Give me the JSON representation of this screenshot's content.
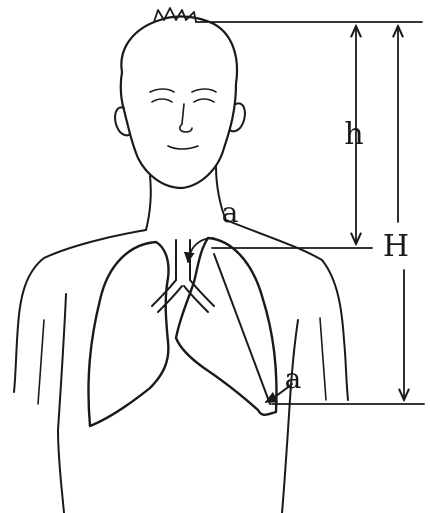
{
  "diagram": {
    "labels": {
      "h": "h",
      "H": "H",
      "a_upper": "a",
      "a_lower": "a"
    },
    "colors": {
      "ink": "#1a1a1a",
      "background": "#ffffff"
    }
  }
}
